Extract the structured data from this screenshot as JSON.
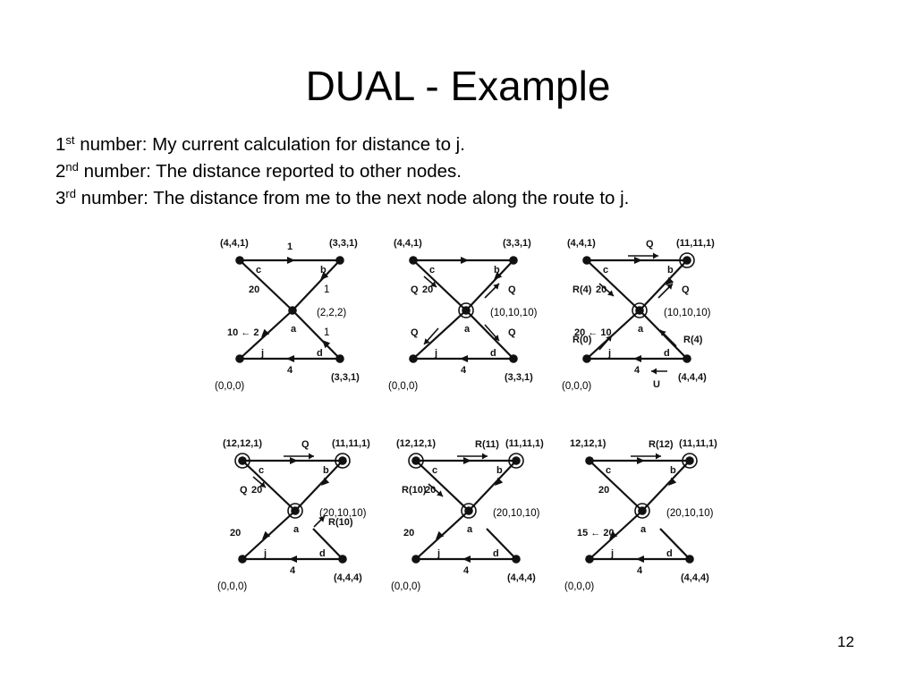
{
  "slide": {
    "title": "DUAL - Example",
    "notes": [
      {
        "num": "1",
        "sup": "st",
        "text": " number: My current calculation for distance to j."
      },
      {
        "num": "2",
        "sup": "nd",
        "text": " number: The distance reported to other nodes."
      },
      {
        "num": "3",
        "sup": "rd",
        "text": " number: The distance from me to the next node along the route to j."
      }
    ],
    "page_number": "12"
  },
  "panels": [
    {
      "labels": {
        "tl": "(4,4,1)",
        "tr": "(3,3,1)",
        "a": "(2,2,2)",
        "bl": "(0,0,0)",
        "br": "(3,3,1)"
      },
      "edge_labels": {
        "c": "c",
        "b": "b",
        "a": "a",
        "j": "j",
        "d": "d",
        "top": "1",
        "bottom": "4",
        "diag1": "20",
        "diag2": "1",
        "diag3": "10 ← 2",
        "diag4": "1"
      },
      "msgs": {}
    },
    {
      "labels": {
        "tl": "(4,4,1)",
        "tr": "(3,3,1)",
        "a": "(10,10,10)",
        "bl": "(0,0,0)",
        "br": "(3,3,1)"
      },
      "edge_labels": {
        "c": "c",
        "b": "b",
        "a": "a",
        "j": "j",
        "d": "d",
        "bottom": "4",
        "diag1": "20"
      },
      "msgs": {
        "q1": "Q",
        "q2": "Q",
        "q3": "Q",
        "q4": "Q"
      }
    },
    {
      "labels": {
        "tl": "(4,4,1)",
        "tr": "(11,11,1)",
        "a": "(10,10,10)",
        "bl": "(0,0,0)",
        "br": "(4,4,4)"
      },
      "edge_labels": {
        "c": "c",
        "b": "b",
        "a": "a",
        "j": "j",
        "d": "d",
        "bottom": "4",
        "diag1": "20",
        "diag3": "20 ← 10"
      },
      "msgs": {
        "top": "Q",
        "r1": "R(4)",
        "q2": "Q",
        "r3": "R(0)",
        "r4": "R(4)",
        "bottom": "U"
      }
    },
    {
      "labels": {
        "tl": "(12,12,1)",
        "tr": "(11,11,1)",
        "a": "(20,10,10)",
        "bl": "(0,0,0)",
        "br": "(4,4,4)"
      },
      "edge_labels": {
        "c": "c",
        "b": "b",
        "a": "a",
        "j": "j",
        "d": "d",
        "bottom": "4",
        "diag1": "20",
        "diag3": "20"
      },
      "msgs": {
        "top": "Q",
        "q1": "Q",
        "r2": "R(10)"
      }
    },
    {
      "labels": {
        "tl": "(12,12,1)",
        "tr": "(11,11,1)",
        "a": "(20,10,10)",
        "bl": "(0,0,0)",
        "br": "(4,4,4)"
      },
      "edge_labels": {
        "c": "c",
        "b": "b",
        "a": "a",
        "j": "j",
        "d": "d",
        "bottom": "4",
        "diag1": "20",
        "diag3": "20"
      },
      "msgs": {
        "top": "R(11)",
        "r1": "R(10)"
      }
    },
    {
      "labels": {
        "tl": "12,12,1)",
        "tr": "(11,11,1)",
        "a": "(20,10,10)",
        "bl": "(0,0,0)",
        "br": "(4,4,4)"
      },
      "edge_labels": {
        "c": "c",
        "b": "b",
        "a": "a",
        "j": "j",
        "d": "d",
        "bottom": "4",
        "diag1": "20",
        "diag3": "15 ← 20"
      },
      "msgs": {
        "top": "R(12)"
      }
    }
  ]
}
